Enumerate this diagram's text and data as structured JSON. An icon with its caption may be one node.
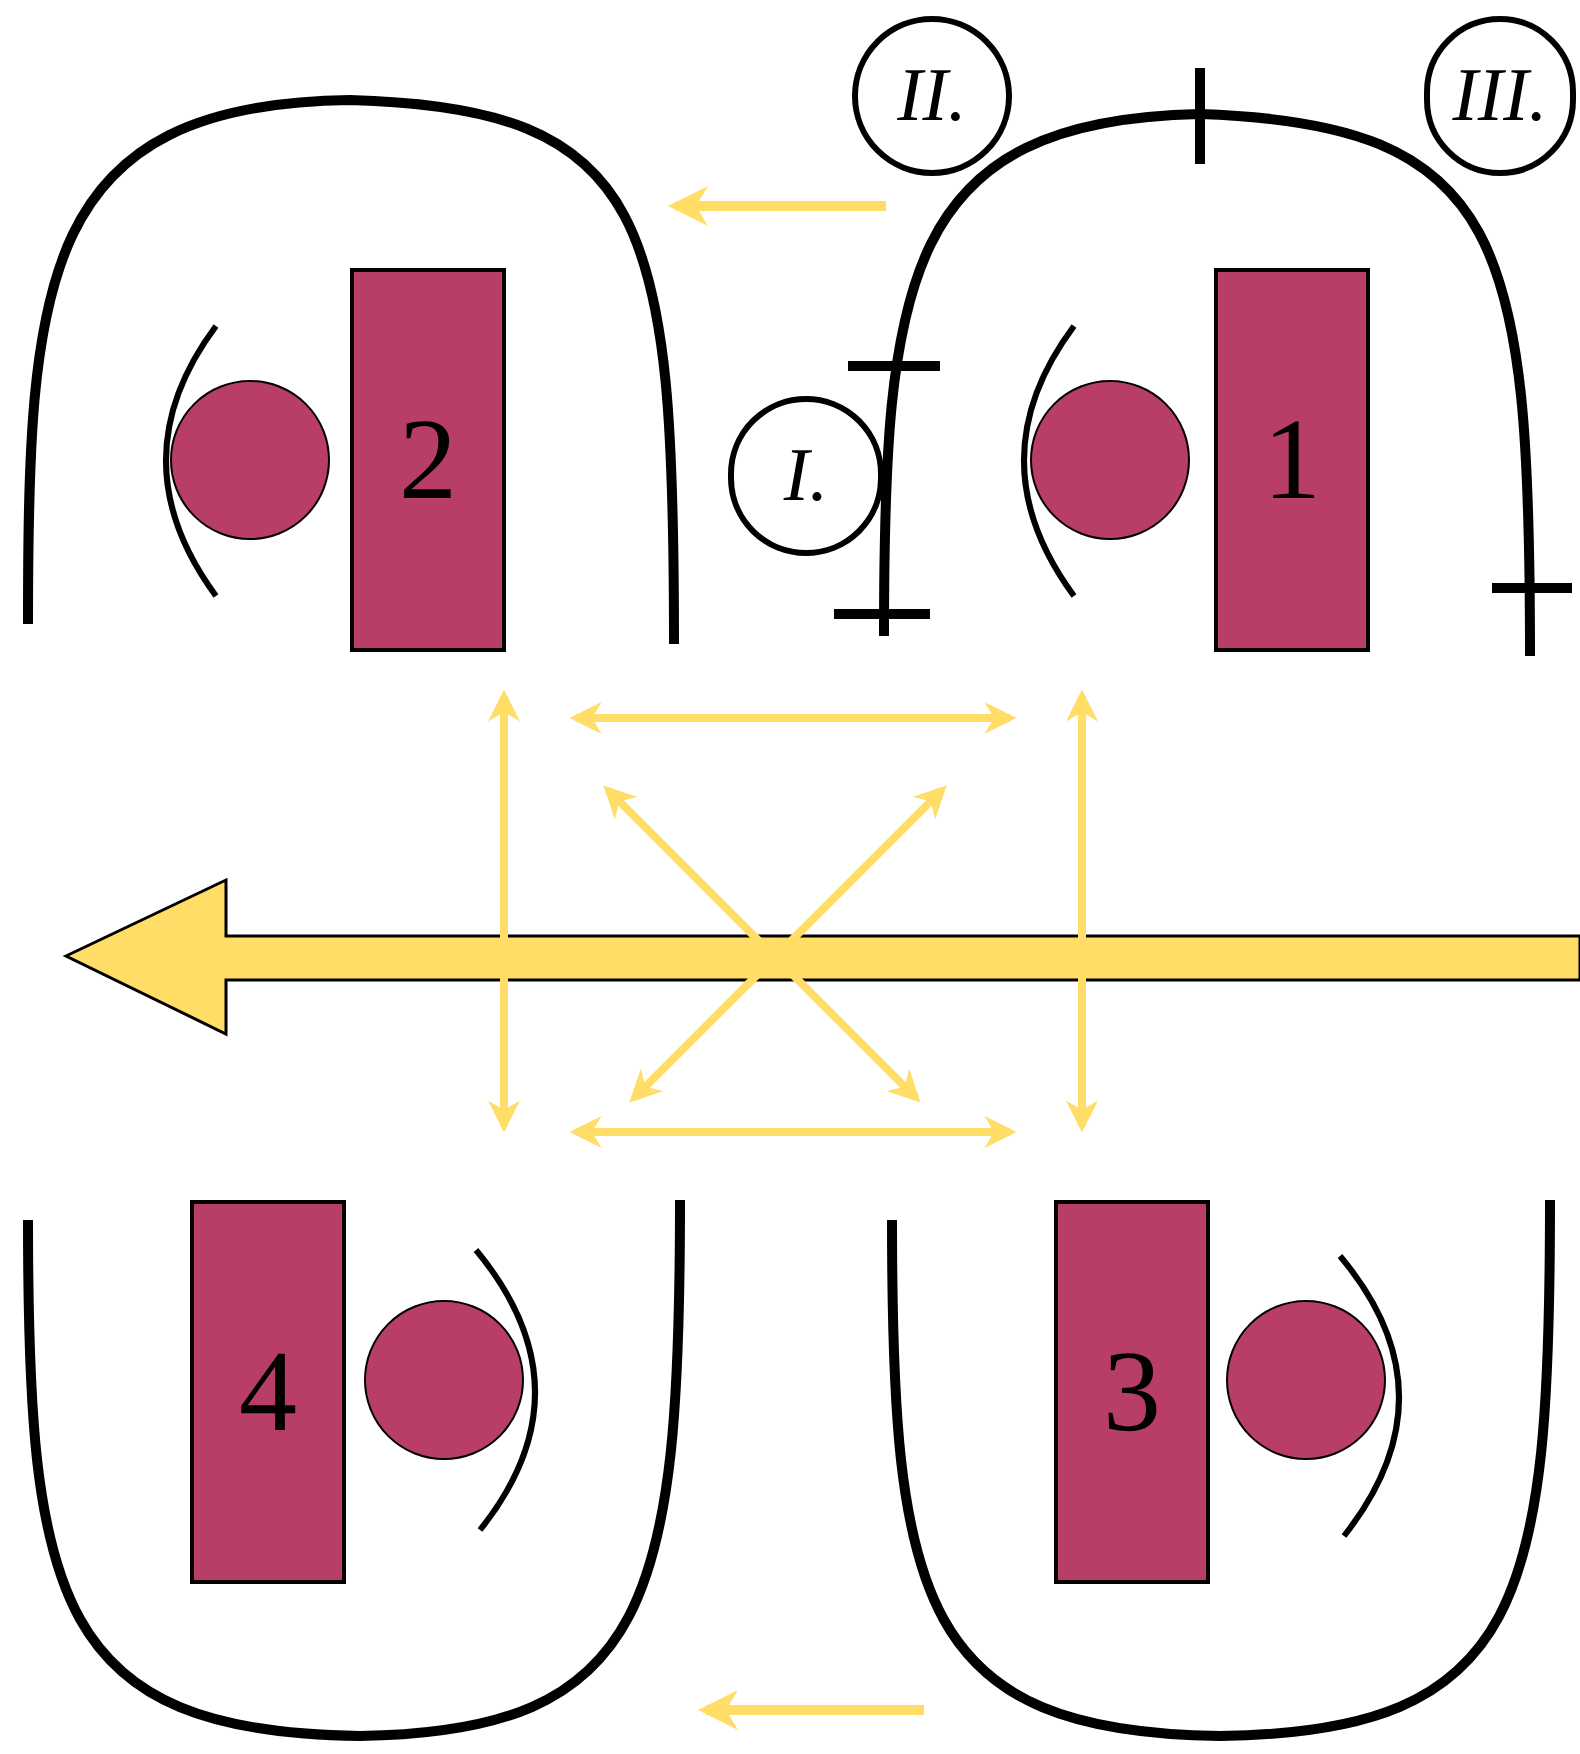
{
  "diagram": {
    "nodes": [
      {
        "text": [
          "II."
        ]
      },
      {
        "text": [
          "III."
        ]
      },
      {
        "text": [
          "2"
        ]
      },
      {
        "text": [
          "1"
        ]
      },
      {
        "text": [
          "I."
        ]
      },
      {
        "text": [
          "4"
        ]
      },
      {
        "text": [
          "3"
        ]
      },
      {
        "text": [],
        "shape": "circle"
      },
      {
        "text": [],
        "shape": "circle"
      },
      {
        "text": [],
        "shape": "circle"
      },
      {
        "text": [],
        "shape": "circle"
      }
    ]
  }
}
